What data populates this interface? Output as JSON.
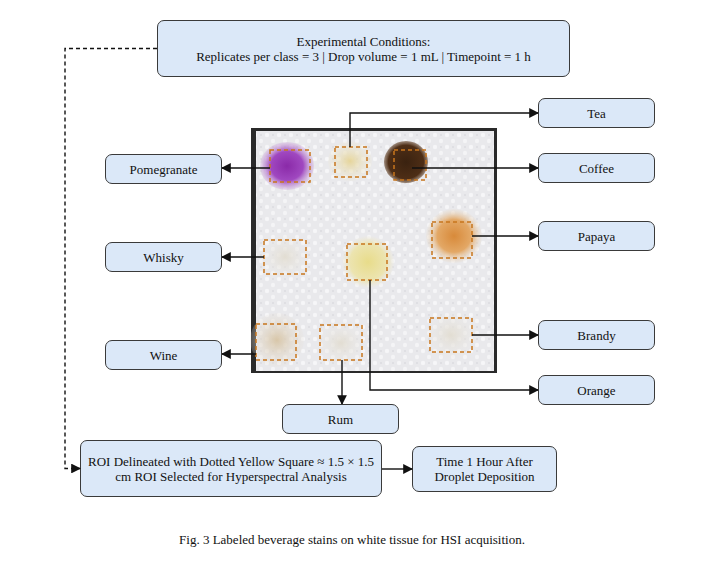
{
  "diagram": {
    "caption": "Fig. 3 Labeled beverage stains on white tissue for HSI acquisition.",
    "nodes": [
      {
        "text": [
          "Experimental Conditions:",
          "Replicates per class = 3 | Drop volume = 1 mL | Timepoint = 1 h"
        ]
      },
      {
        "text": [
          "Tea"
        ]
      },
      {
        "text": [
          "Pomegranate"
        ]
      },
      {
        "text": [
          "Coffee"
        ]
      },
      {
        "text": [
          "Whisky"
        ]
      },
      {
        "text": [
          "Papaya"
        ]
      },
      {
        "text": [
          "Brandy"
        ]
      },
      {
        "text": [
          "Wine"
        ]
      },
      {
        "text": [
          "Orange"
        ]
      },
      {
        "text": [
          "Rum"
        ]
      },
      {
        "text": [
          "ROI Delineated with Dotted Yellow Square ≈ 1.5 × 1.5 cm ROI Selected for Hyperspectral Analysis"
        ]
      },
      {
        "text": [
          "Time 1 Hour After Droplet Deposition"
        ]
      }
    ],
    "edges": [
      {
        "from": 0,
        "to": 10,
        "arrow": "to"
      },
      {
        "from": 10,
        "to": 11,
        "arrow": "to"
      }
    ]
  }
}
